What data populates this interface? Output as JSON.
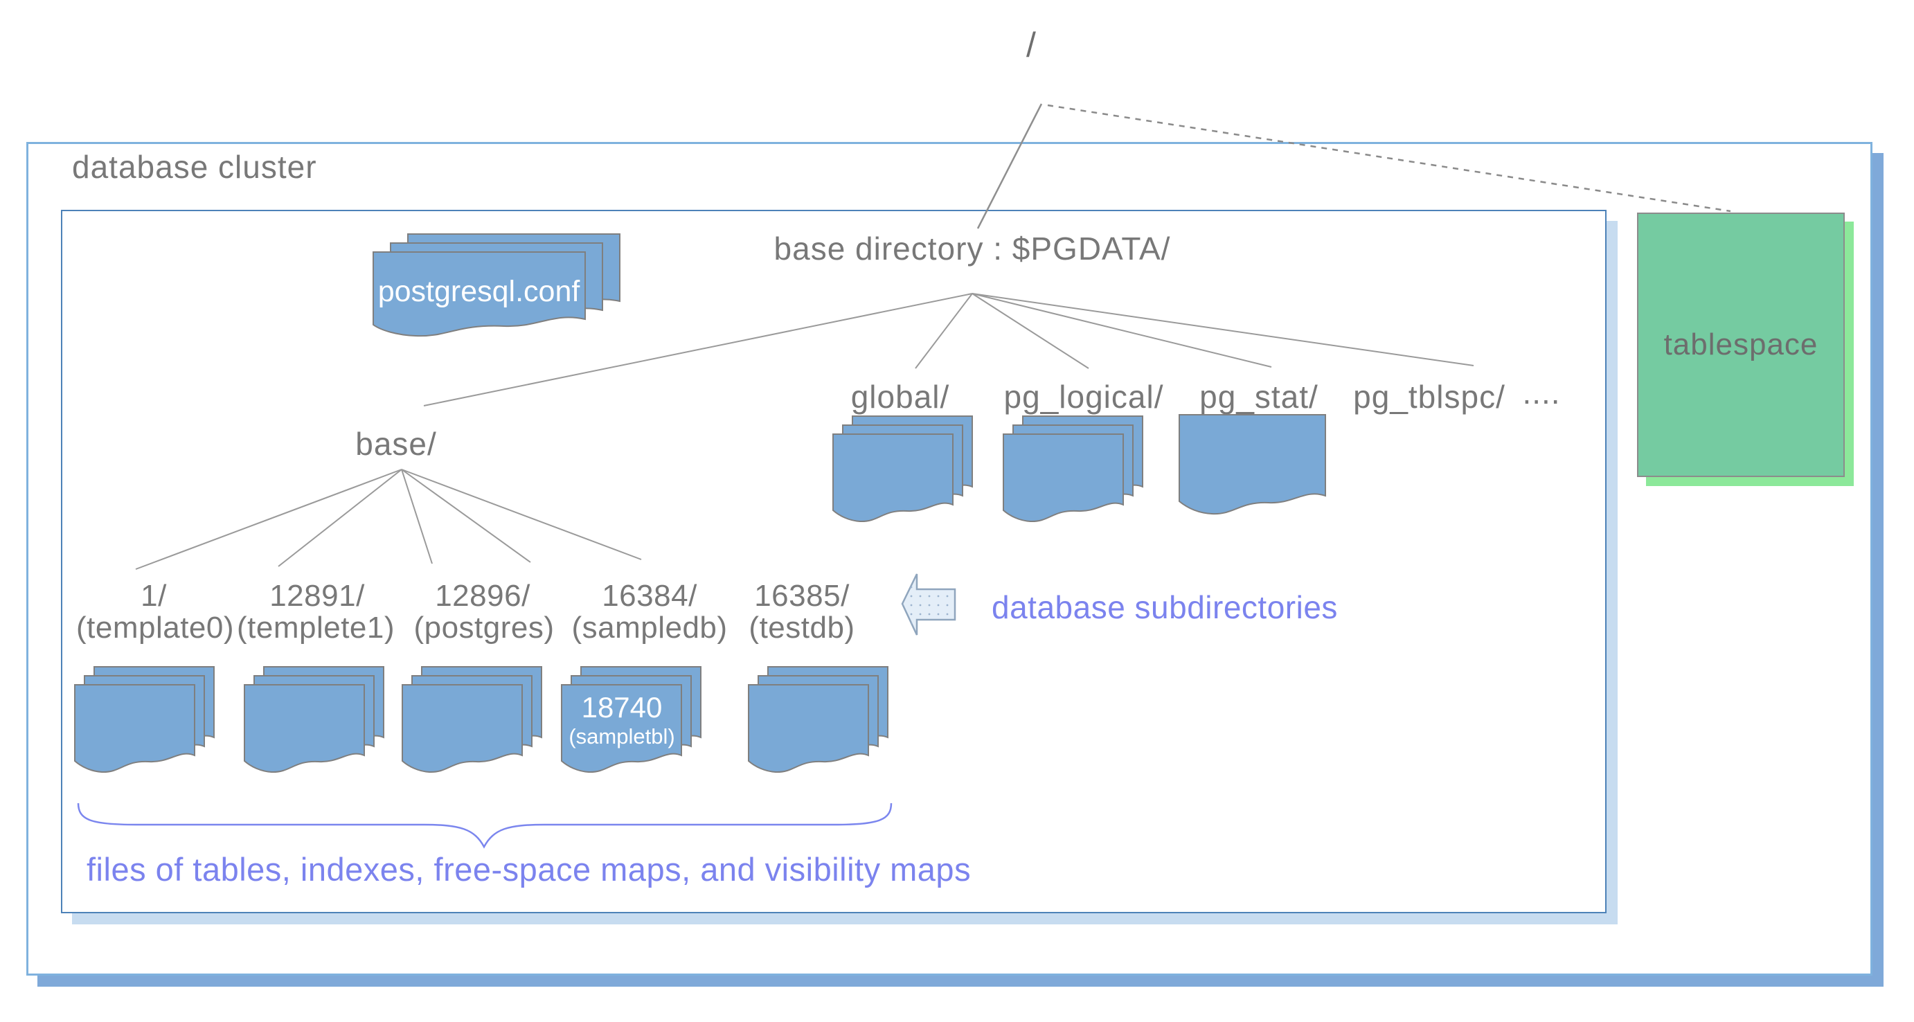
{
  "root": {
    "slash": "/"
  },
  "outer_box": {
    "title": "database cluster"
  },
  "inner_box": {
    "title": "base directory : $PGDATA/"
  },
  "config_stack": {
    "label": "postgresql.conf"
  },
  "pgdata_children": {
    "base": "base/",
    "global": "global/",
    "pg_logical": "pg_logical/",
    "pg_stat": "pg_stat/",
    "pg_tblspc": "pg_tblspc/",
    "ellipsis": "...."
  },
  "base_subdirs": [
    {
      "oid": "1/",
      "dbname": "(template0)"
    },
    {
      "oid": "12891/",
      "dbname": "(templete1)"
    },
    {
      "oid": "12896/",
      "dbname": "(postgres)"
    },
    {
      "oid": "16384/",
      "dbname": "(sampledb)"
    },
    {
      "oid": "16385/",
      "dbname": "(testdb)"
    }
  ],
  "table_file_stack": {
    "oid": "18740",
    "table": "(sampletbl)"
  },
  "annotations": {
    "subdirs": "database subdirectories",
    "files": "files of tables, indexes, free-space maps, and visibility maps"
  },
  "tablespace": {
    "label": "tablespace"
  },
  "colors": {
    "document_fill": "#7aa9d6",
    "document_border": "#7f7f7f",
    "annotation_blue": "#7b83ee",
    "tablespace_fill": "#75cba1",
    "tablespace_shadow": "#8ce89a",
    "outer_border": "#7fb2de",
    "outer_shadow": "#7fa9d9",
    "inner_border": "#4d82b8",
    "inner_shadow": "#c7dcf0",
    "gray_text": "#787878",
    "line_gray": "#8f8f8f"
  }
}
